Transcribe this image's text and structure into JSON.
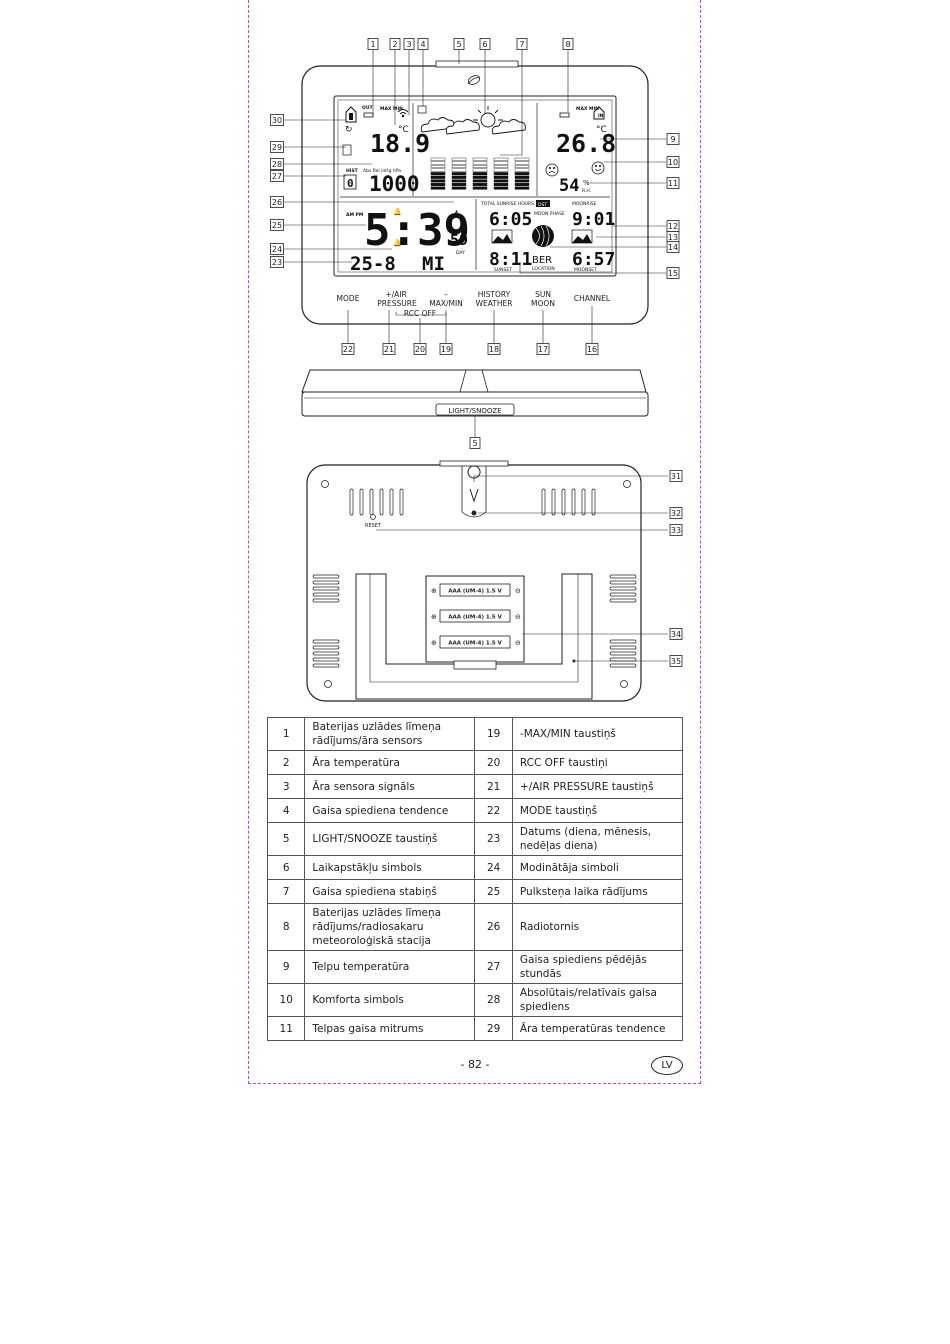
{
  "lcd": {
    "out_label": "OUT",
    "max_min_left": "MAX MIN",
    "outdoor_temp": "18.9",
    "deg_c_left": "°C",
    "pressure_value": "1000",
    "pressure_label": "Abs Rel inHg hPa",
    "hist_label": "HIST",
    "hist_value": "0",
    "max_min_right": "MAX MIN",
    "in_label": "IN",
    "indoor_temp": "26.8",
    "deg_c_right": "°C",
    "humidity": "54",
    "humidity_unit": "%",
    "rh_label": "R.H.",
    "am_pm": "AM PM",
    "clock_hm": "5:39",
    "clock_sec": "59",
    "date": "25-8",
    "weekday": "MI",
    "day_label": "DAY",
    "total_sunrise_hours": "TOTAL SUNRISE HOURS",
    "dst_label": "DST",
    "moonrise_label": "MOONRISE",
    "sunrise_time": "6:05",
    "moon_phase_label": "MOON PHASE",
    "moonrise_time": "9:01",
    "sunset_time": "8:11",
    "location_code": "BER",
    "moonset_time": "6:57",
    "sunset_label": "SUNSET",
    "location_label": "LOCATION",
    "moonset_label": "MOONSET"
  },
  "buttons": {
    "mode": "MODE",
    "air_pressure_line1": "+/AIR",
    "air_pressure_line2": "PRESSURE",
    "rcc_off": "RCC OFF",
    "max_min_line1": "–",
    "max_min_line2": "MAX/MIN",
    "history_line1": "HISTORY",
    "history_line2": "WEATHER",
    "sun_line1": "SUN",
    "sun_line2": "MOON",
    "channel": "CHANNEL",
    "light_snooze": "LIGHT/SNOOZE",
    "reset": "RESET",
    "battery_label": "AAA (UM-4) 1.5 V"
  },
  "callouts": {
    "top": [
      "1",
      "2",
      "3",
      "4",
      "5",
      "6",
      "7",
      "8"
    ],
    "right": [
      "9",
      "10",
      "11",
      "12",
      "13",
      "14",
      "15"
    ],
    "left": [
      "30",
      "29",
      "28",
      "27",
      "26",
      "25",
      "24",
      "23"
    ],
    "bottom": [
      "22",
      "21",
      "20",
      "19",
      "18",
      "17",
      "16"
    ],
    "light": "5",
    "back": [
      "31",
      "32",
      "33",
      "34",
      "35"
    ]
  },
  "legend": {
    "rows": [
      {
        "n1": "1",
        "t1": "Baterijas uzlādes līmeņa rādījums/āra sensors",
        "n2": "19",
        "t2": "-MAX/MIN taustiņš",
        "h": "h1"
      },
      {
        "n1": "2",
        "t1": "Āra temperatūra",
        "n2": "20",
        "t2": "RCC OFF taustiņi",
        "h": "h2"
      },
      {
        "n1": "3",
        "t1": "Āra sensora signāls",
        "n2": "21",
        "t2": "+/AIR PRESSURE taustiņš",
        "h": "h2"
      },
      {
        "n1": "4",
        "t1": "Gaisa spiediena tendence",
        "n2": "22",
        "t2": "MODE taustiņš",
        "h": "h2"
      },
      {
        "n1": "5",
        "t1": "LIGHT/SNOOZE taustiņš",
        "n2": "23",
        "t2": "Datums (diena, mēnesis, nedēļas diena)",
        "h": "h1"
      },
      {
        "n1": "6",
        "t1": "Laikapstākļu simbols",
        "n2": "24",
        "t2": "Modinātāja simboli",
        "h": "h2"
      },
      {
        "n1": "7",
        "t1": "Gaisa spiediena stabiņš",
        "n2": "25",
        "t2": "Pulksteņa laika rādījums",
        "h": "h2"
      },
      {
        "n1": "8",
        "t1": "Baterijas uzlādes līmeņa rādījums/radiosakaru meteoroloģiskā stacija",
        "n2": "26",
        "t2": "Radiotornis",
        "h": "h3"
      },
      {
        "n1": "9",
        "t1": "Telpu temperatūra",
        "n2": "27",
        "t2": "Gaisa spiediens pēdējās stundās",
        "h": "h1"
      },
      {
        "n1": "10",
        "t1": "Komforta simbols",
        "n2": "28",
        "t2": "Absolūtais/relatīvais gaisa spiediens",
        "h": "h1"
      },
      {
        "n1": "11",
        "t1": "Telpas gaisa mitrums",
        "n2": "29",
        "t2": "Āra temperatūras tendence",
        "h": "h2"
      }
    ]
  },
  "footer": {
    "page_number": "- 82 -",
    "language": "LV"
  }
}
